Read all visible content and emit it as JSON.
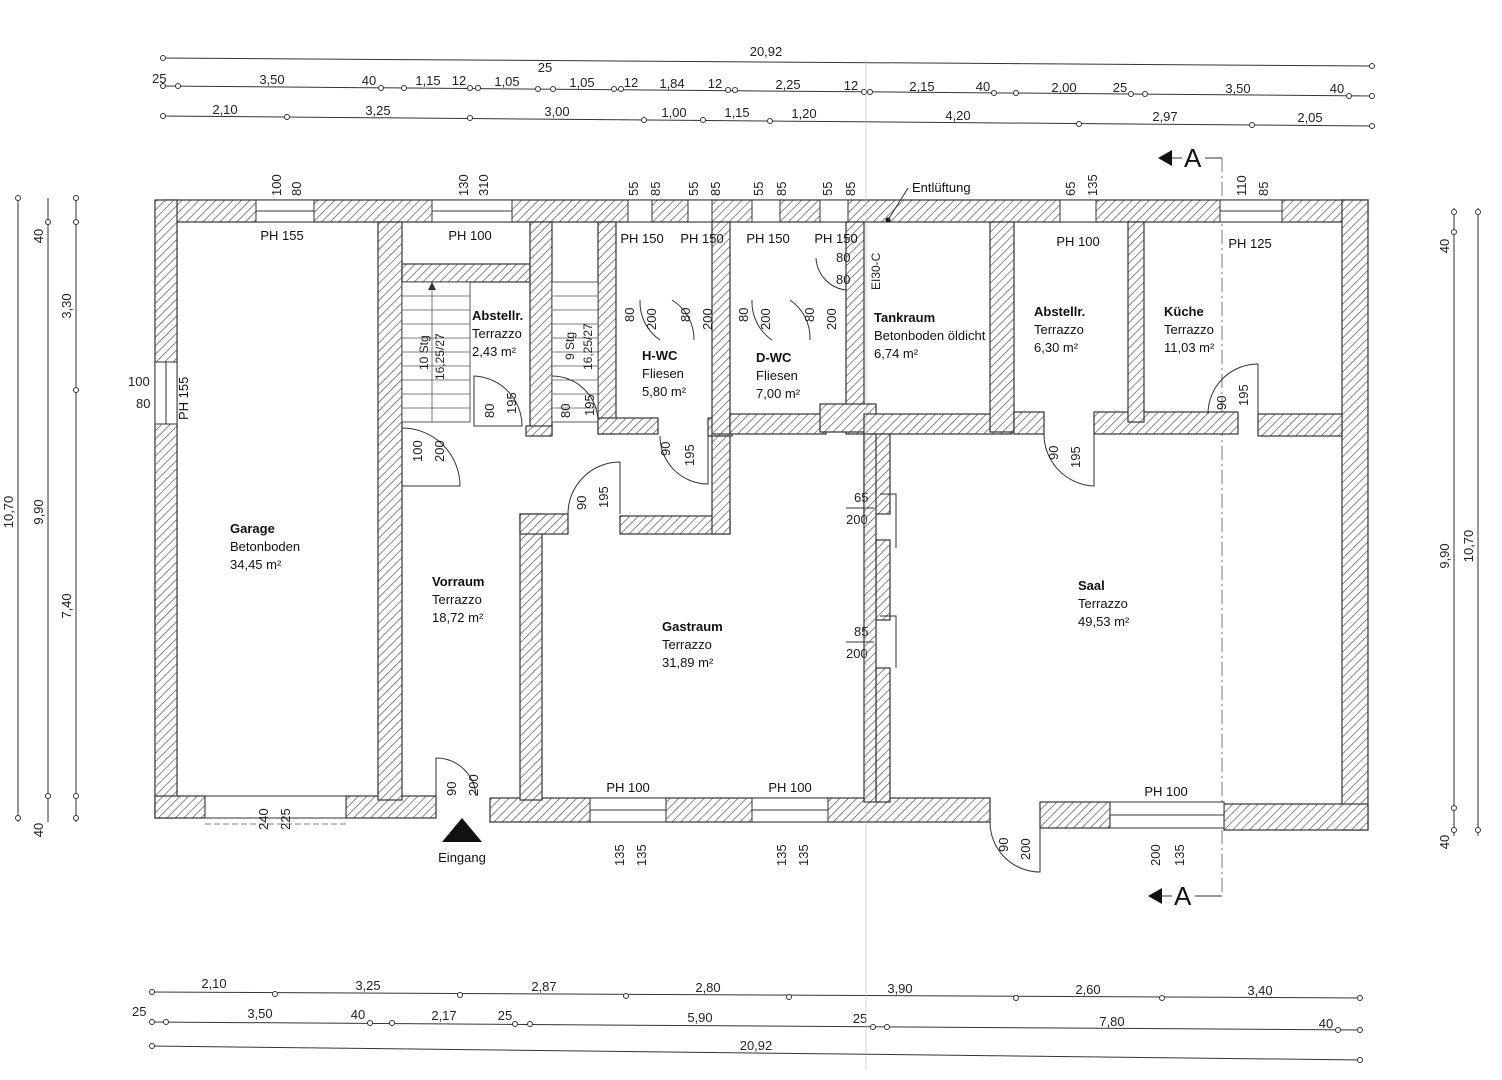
{
  "dims": {
    "top_total": "20,92",
    "top_row2": [
      "25",
      "3,50",
      "40",
      "1,15",
      "12",
      "1,05",
      "25",
      "1,05",
      "12",
      "1,84",
      "12",
      "2,25",
      "12",
      "2,15",
      "40",
      "2,00",
      "25",
      "3,50",
      "40"
    ],
    "top_row3": [
      "2,10",
      "3,25",
      "3,00",
      "1,00",
      "1,15",
      "1,20",
      "4,20",
      "2,97",
      "2,05"
    ],
    "bottom_row1": [
      "2,10",
      "3,25",
      "2,87",
      "2,80",
      "3,90",
      "2,60",
      "3,40"
    ],
    "bottom_row2": [
      "25",
      "3,50",
      "40",
      "2,17",
      "25",
      "5,90",
      "25",
      "7,80",
      "40"
    ],
    "bottom_total": "20,92",
    "left_total": "10,70",
    "left_mid": "9,90",
    "left_parts": [
      "40",
      "3,30",
      "7,40",
      "40"
    ],
    "right_total": "10,70",
    "right_mid": "9,90",
    "right_parts": [
      "40",
      "40"
    ]
  },
  "rooms": {
    "garage": {
      "name": "Garage",
      "floor": "Betonboden",
      "area": "34,45 m²"
    },
    "vorraum": {
      "name": "Vorraum",
      "floor": "Terrazzo",
      "area": "18,72 m²"
    },
    "abstell1": {
      "name": "Abstellr.",
      "floor": "Terrazzo",
      "area": "2,43 m²"
    },
    "hwc": {
      "name": "H-WC",
      "floor": "Fliesen",
      "area": "5,80 m²"
    },
    "dwc": {
      "name": "D-WC",
      "floor": "Fliesen",
      "area": "7,00 m²"
    },
    "tank": {
      "name": "Tankraum",
      "floor": "Betonboden öldicht",
      "area": "6,74 m²"
    },
    "abstell2": {
      "name": "Abstellr.",
      "floor": "Terrazzo",
      "area": "6,30 m²"
    },
    "kueche": {
      "name": "Küche",
      "floor": "Terrazzo",
      "area": "11,03 m²"
    },
    "gastraum": {
      "name": "Gastraum",
      "floor": "Terrazzo",
      "area": "31,89 m²"
    },
    "saal": {
      "name": "Saal",
      "floor": "Terrazzo",
      "area": "49,53 m²"
    }
  },
  "windows": {
    "w_garage_top": {
      "ph": "PH 155",
      "a": "100",
      "b": "80"
    },
    "w_stair_top": {
      "ph": "PH 100",
      "a": "130",
      "b": "310"
    },
    "w_wc1": {
      "ph": "PH 150",
      "a": "55",
      "b": "85"
    },
    "w_wc2": {
      "ph": "PH 150",
      "a": "55",
      "b": "85"
    },
    "w_wc3": {
      "ph": "PH 150",
      "a": "55",
      "b": "85"
    },
    "w_wc4": {
      "ph": "PH 150",
      "a": "55",
      "b": "85"
    },
    "w_abst_top": {
      "ph": "PH 100",
      "a": "65",
      "b": "135"
    },
    "w_kueche_top": {
      "ph": "PH 125",
      "a": "110",
      "b": "85"
    },
    "w_garage_left": {
      "ph": "PH 155",
      "a": "100",
      "b": "80"
    },
    "w_gast1": {
      "ph": "PH 100",
      "a": "135",
      "b": "135"
    },
    "w_gast2": {
      "ph": "PH 100",
      "a": "135",
      "b": "135"
    },
    "w_saal": {
      "ph": "PH 100",
      "a": "200",
      "b": "135"
    }
  },
  "doors": {
    "garage_gate": {
      "a": "240",
      "b": "225"
    },
    "entrance": {
      "a": "90",
      "b": "200"
    },
    "vorraum_stair": {
      "a": "100",
      "b": "200"
    },
    "abstell1": {
      "a": "80",
      "b": "195"
    },
    "stair2": {
      "a": "80",
      "b": "195"
    },
    "hwc": {
      "a": "90",
      "b": "195"
    },
    "gast": {
      "a": "90",
      "b": "195"
    },
    "hwc_in1": {
      "a": "80",
      "b": "200"
    },
    "hwc_in2": {
      "a": "80",
      "b": "200"
    },
    "dwc_in1": {
      "a": "80",
      "b": "200"
    },
    "dwc_in2": {
      "a": "80",
      "b": "200"
    },
    "tank": {
      "a": "80",
      "b": "80"
    },
    "abstell2": {
      "a": "90",
      "b": "195"
    },
    "kueche": {
      "a": "90",
      "b": "195"
    },
    "saal_side1": {
      "a": "65",
      "b": "200"
    },
    "saal_side2": {
      "a": "85",
      "b": "200"
    },
    "saal_exit": {
      "a": "90",
      "b": "200"
    }
  },
  "stairs": {
    "s1_steps": "10 Stg",
    "s1_size": "16,25/27",
    "s2_steps": "9 Stg",
    "s2_size": "16,25/27"
  },
  "labels": {
    "ventilation": "Entlüftung",
    "entrance": "Eingang",
    "section": "A",
    "fire_door": "EI30-C"
  }
}
